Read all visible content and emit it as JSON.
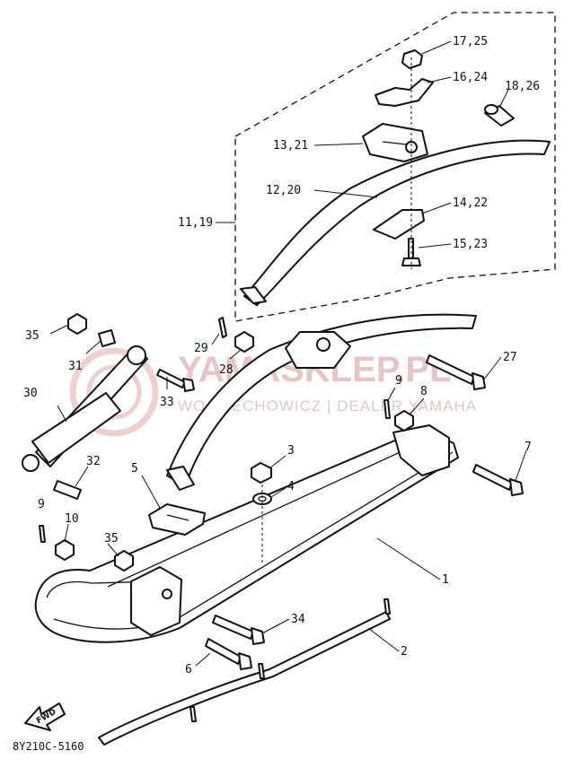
{
  "watermark": {
    "brand": "YAMASKLEP.PL",
    "tagline": "WOJCIECHOWICZ | DEALER YAMAHA"
  },
  "diagram_code": "8Y210C-5160",
  "fwd_label": "FWD",
  "callouts": {
    "c1": "1",
    "c2": "2",
    "c3": "3",
    "c4": "4",
    "c5": "5",
    "c6": "6",
    "c7": "7",
    "c8": "8",
    "c9a": "9",
    "c9b": "9",
    "c10": "10",
    "c11_19": "11,19",
    "c12_20": "12,20",
    "c13_21": "13,21",
    "c14_22": "14,22",
    "c15_23": "15,23",
    "c16_24": "16,24",
    "c17_25": "17,25",
    "c18_26": "18,26",
    "c27": "27",
    "c28": "28",
    "c29": "29",
    "c30": "30",
    "c31": "31",
    "c32": "32",
    "c33": "33",
    "c34": "34",
    "c35a": "35",
    "c35b": "35"
  }
}
